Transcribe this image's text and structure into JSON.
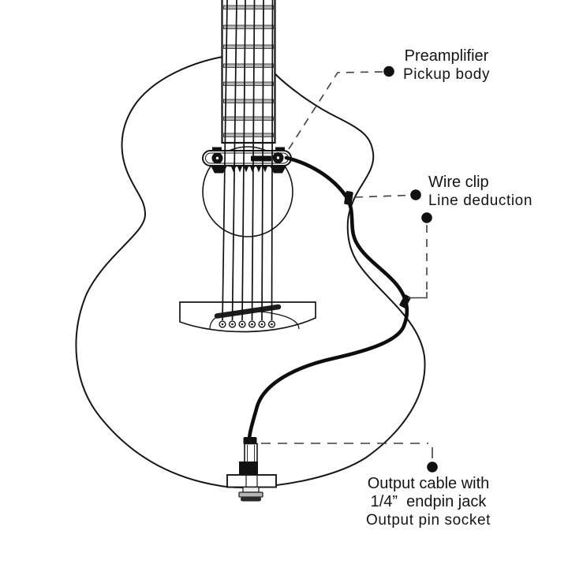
{
  "labels": {
    "preamplifier": {
      "line1": "Preamplifier",
      "line2": "Pickup body"
    },
    "wire_clip": {
      "line1": "Wire clip",
      "line2": "Line deduction"
    },
    "output": {
      "line1": "Output cable with",
      "line2": "1/4”  endpin jack",
      "line3": "Output pin socket"
    }
  },
  "colors": {
    "ink": "#161616",
    "cable": "#0d0d0d",
    "leader": "#3f3f3f",
    "fret": "#b5b5b5",
    "background": "#ffffff"
  }
}
